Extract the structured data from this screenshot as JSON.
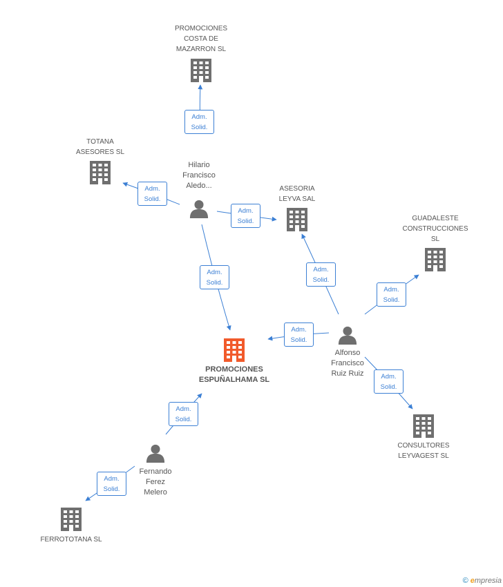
{
  "colors": {
    "edge": "#3b7fd4",
    "icon": "#6f6f6f",
    "focus": "#f15a2b"
  },
  "nodes": {
    "promociones_costa": {
      "label": "PROMOCIONES\nCOSTA DE\nMAZARRON SL",
      "icon": "building-icon"
    },
    "totana": {
      "label": "TOTANA\nASESORES  SL",
      "icon": "building-icon"
    },
    "hilario": {
      "label": "Hilario\nFrancisco\nAledo...",
      "icon": "person-icon"
    },
    "asesoria": {
      "label": "ASESORIA\nLEYVA SAL",
      "icon": "building-icon"
    },
    "guadaleste": {
      "label": "GUADALESTE\nCONSTRUCCIONES\nSL",
      "icon": "building-icon"
    },
    "espunalhama": {
      "label": "PROMOCIONES\nESPUÑALHAMA SL",
      "icon": "building-icon"
    },
    "alfonso": {
      "label": "Alfonso\nFrancisco\nRuiz Ruiz",
      "icon": "person-icon"
    },
    "consultores": {
      "label": "CONSULTORES\nLEYVAGEST  SL",
      "icon": "building-icon"
    },
    "fernando": {
      "label": "Fernando\nFerez\nMelero",
      "icon": "person-icon"
    },
    "ferrototana": {
      "label": "FERROTOTANA SL",
      "icon": "building-icon"
    }
  },
  "edges": [
    {
      "from": "hilario",
      "to": "promociones_costa",
      "label": "Adm.\nSolid."
    },
    {
      "from": "hilario",
      "to": "totana",
      "label": "Adm.\nSolid."
    },
    {
      "from": "hilario",
      "to": "asesoria",
      "label": "Adm.\nSolid."
    },
    {
      "from": "hilario",
      "to": "espunalhama",
      "label": "Adm.\nSolid."
    },
    {
      "from": "alfonso",
      "to": "asesoria",
      "label": "Adm.\nSolid."
    },
    {
      "from": "alfonso",
      "to": "guadaleste",
      "label": "Adm.\nSolid."
    },
    {
      "from": "alfonso",
      "to": "espunalhama",
      "label": "Adm.\nSolid."
    },
    {
      "from": "alfonso",
      "to": "consultores",
      "label": "Adm.\nSolid."
    },
    {
      "from": "fernando",
      "to": "espunalhama",
      "label": "Adm.\nSolid."
    },
    {
      "from": "fernando",
      "to": "ferrototana",
      "label": "Adm.\nSolid."
    }
  ],
  "footer": {
    "copyright": "©",
    "brand_first": "e",
    "brand_rest": "mpresia"
  }
}
